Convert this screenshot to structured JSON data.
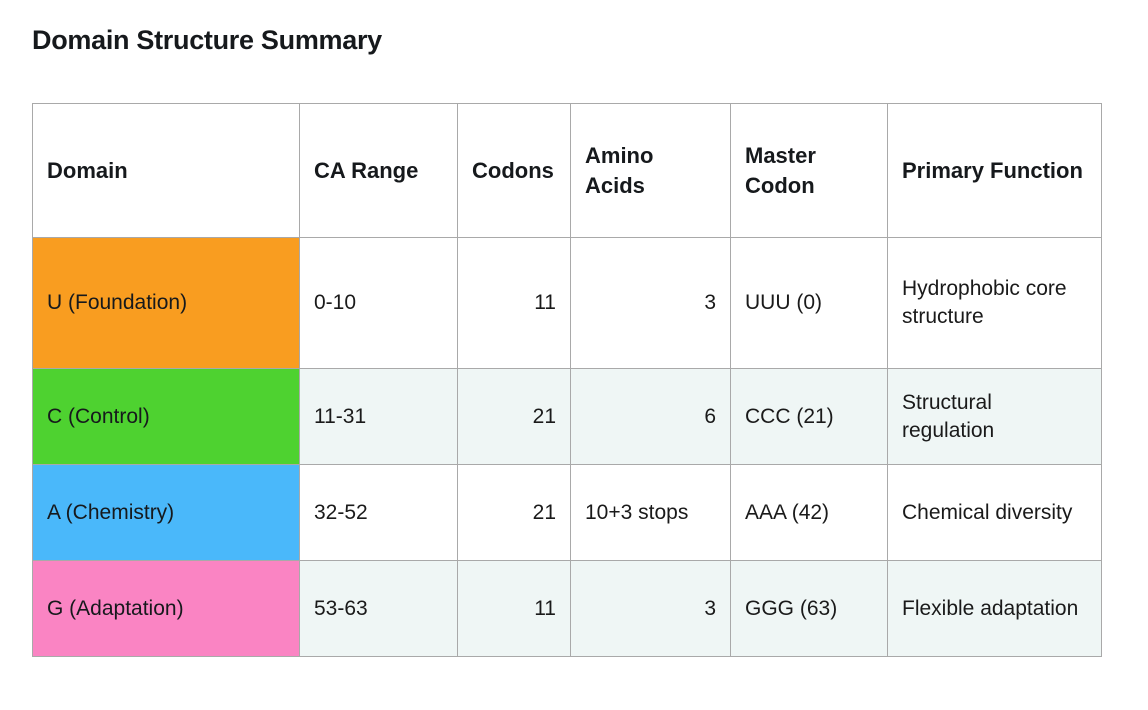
{
  "title": "Domain Structure Summary",
  "table": {
    "headers": [
      "Domain",
      "CA Range",
      "Codons",
      "Amino Acids",
      "Master Codon",
      "Primary Function"
    ],
    "rows": [
      {
        "domain": "U (Foundation)",
        "domain_color": "#f99d20",
        "ca_range": "0-10",
        "codons": "11",
        "amino_acids": "3",
        "amino_acids_align": "right",
        "master_codon": "UUU (0)",
        "primary_function": "Hydrophobic core structure",
        "row_background": "#ffffff"
      },
      {
        "domain": "C (Control)",
        "domain_color": "#4ed230",
        "ca_range": "11-31",
        "codons": "21",
        "amino_acids": "6",
        "amino_acids_align": "right",
        "master_codon": "CCC (21)",
        "primary_function": "Structural regulation",
        "row_background": "#eff6f5"
      },
      {
        "domain": "A (Chemistry)",
        "domain_color": "#4ab8fa",
        "ca_range": "32-52",
        "codons": "21",
        "amino_acids": "10+3 stops",
        "amino_acids_align": "left",
        "master_codon": "AAA (42)",
        "primary_function": "Chemical diversity",
        "row_background": "#ffffff"
      },
      {
        "domain": "G (Adaptation)",
        "domain_color": "#fa84c3",
        "ca_range": "53-63",
        "codons": "11",
        "amino_acids": "3",
        "amino_acids_align": "right",
        "master_codon": "GGG (63)",
        "primary_function": "Flexible adaptation",
        "row_background": "#eff6f5"
      }
    ]
  },
  "style": {
    "border_color": "#a9a9a9",
    "text_color": "#16191c",
    "stripe_color": "#eff6f5"
  }
}
